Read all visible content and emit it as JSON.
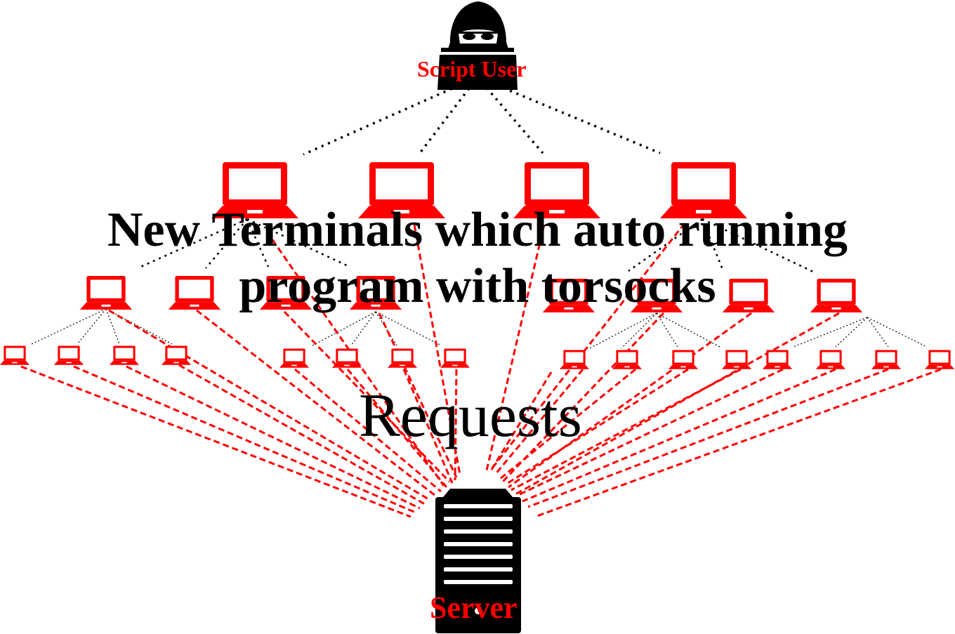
{
  "labels": {
    "user": "Script User",
    "title_line1": "New Terminals which auto running",
    "title_line2": "program with torsocks",
    "requests": "Requests",
    "server": "Server"
  },
  "icons": {
    "user": "hacker-icon",
    "terminal": "laptop-icon",
    "server": "server-tower-icon"
  },
  "colors": {
    "accent": "#ff0000",
    "ink": "#000000",
    "background": "#ffffff"
  }
}
